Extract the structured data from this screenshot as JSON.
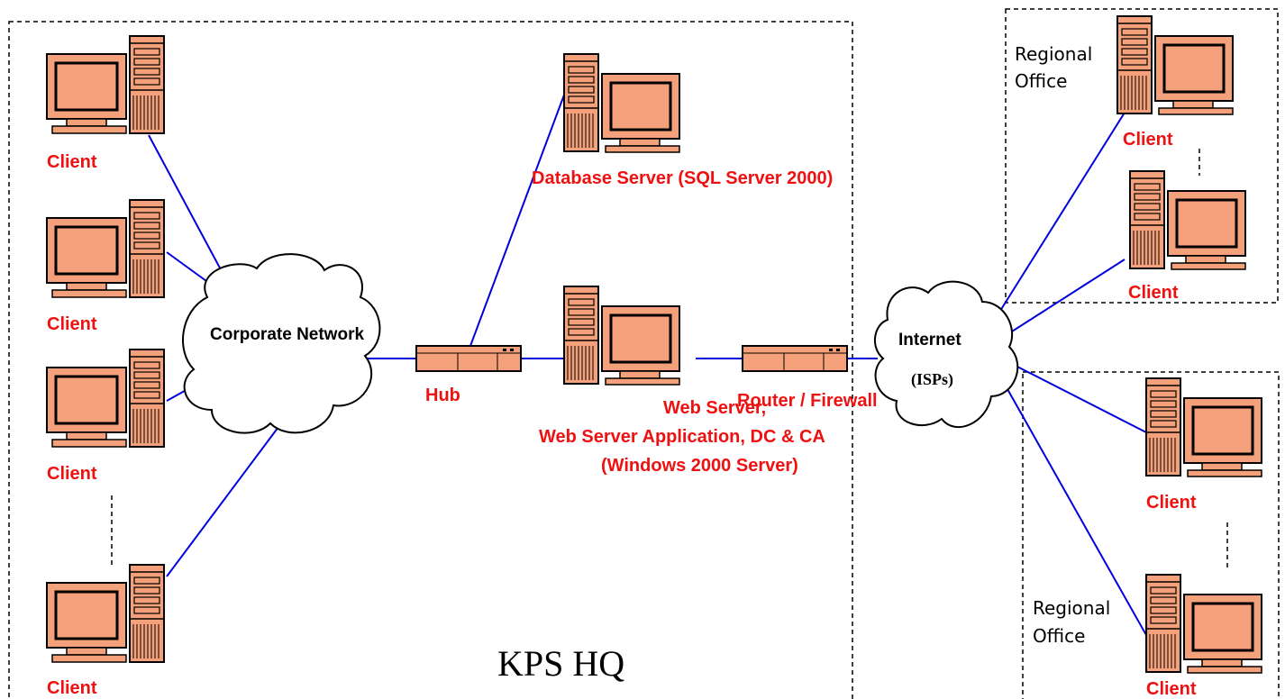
{
  "zones": {
    "hq_title": "KPS HQ",
    "regional_office_1": [
      "Regional",
      "Office"
    ],
    "regional_office_2": [
      "Regional",
      "Office"
    ]
  },
  "nodes": {
    "corporate_network": "Corporate Network",
    "hub": "Hub",
    "database_server": "Database Server (SQL Server 2000)",
    "web_server": [
      "Web Server,",
      "Web Server Application, DC & CA",
      "(Windows 2000 Server)"
    ],
    "router_firewall": "Router / Firewall",
    "internet": "Internet",
    "isps": "(ISPs)",
    "client_label": "Client"
  },
  "colors": {
    "device_fill": "#f4a07a",
    "device_stroke": "#000000",
    "link": "#0000dd",
    "label_red": "#ee1111"
  }
}
